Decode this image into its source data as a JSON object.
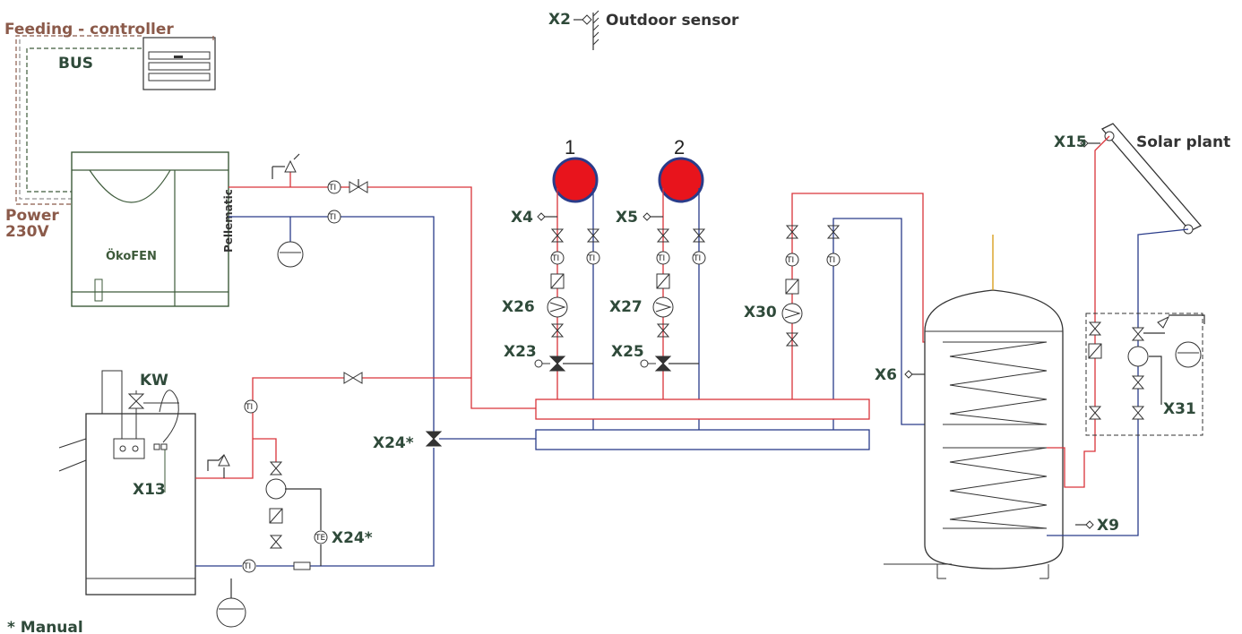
{
  "labels": {
    "feeding_controller": "Feeding - controller",
    "bus": "BUS",
    "power": "Power",
    "voltage": "230V",
    "outdoor_sensor": "Outdoor sensor",
    "solar_plant": "Solar plant",
    "pellematic": "Pellematic",
    "boiler_brand": "ÖkoFEN",
    "kw": "KW",
    "footnote": "* Manual",
    "circuit_1": "1",
    "circuit_2": "2",
    "ti": "TI",
    "te": "TE"
  },
  "connectors": {
    "x2": "X2",
    "x4": "X4",
    "x5": "X5",
    "x6": "X6",
    "x9": "X9",
    "x13": "X13",
    "x15": "X15",
    "x23": "X23",
    "x24a": "X24*",
    "x24b": "X24*",
    "x25": "X25",
    "x26": "X26",
    "x27": "X27",
    "x30": "X30",
    "x31": "X31"
  },
  "colors": {
    "supply": "#d9343a",
    "return": "#2a3c8a",
    "heater": "#e8141c",
    "cable_brown": "#8b5a4a",
    "label_green": "#2f4a3a",
    "boiler_green": "#3d5a3a"
  }
}
